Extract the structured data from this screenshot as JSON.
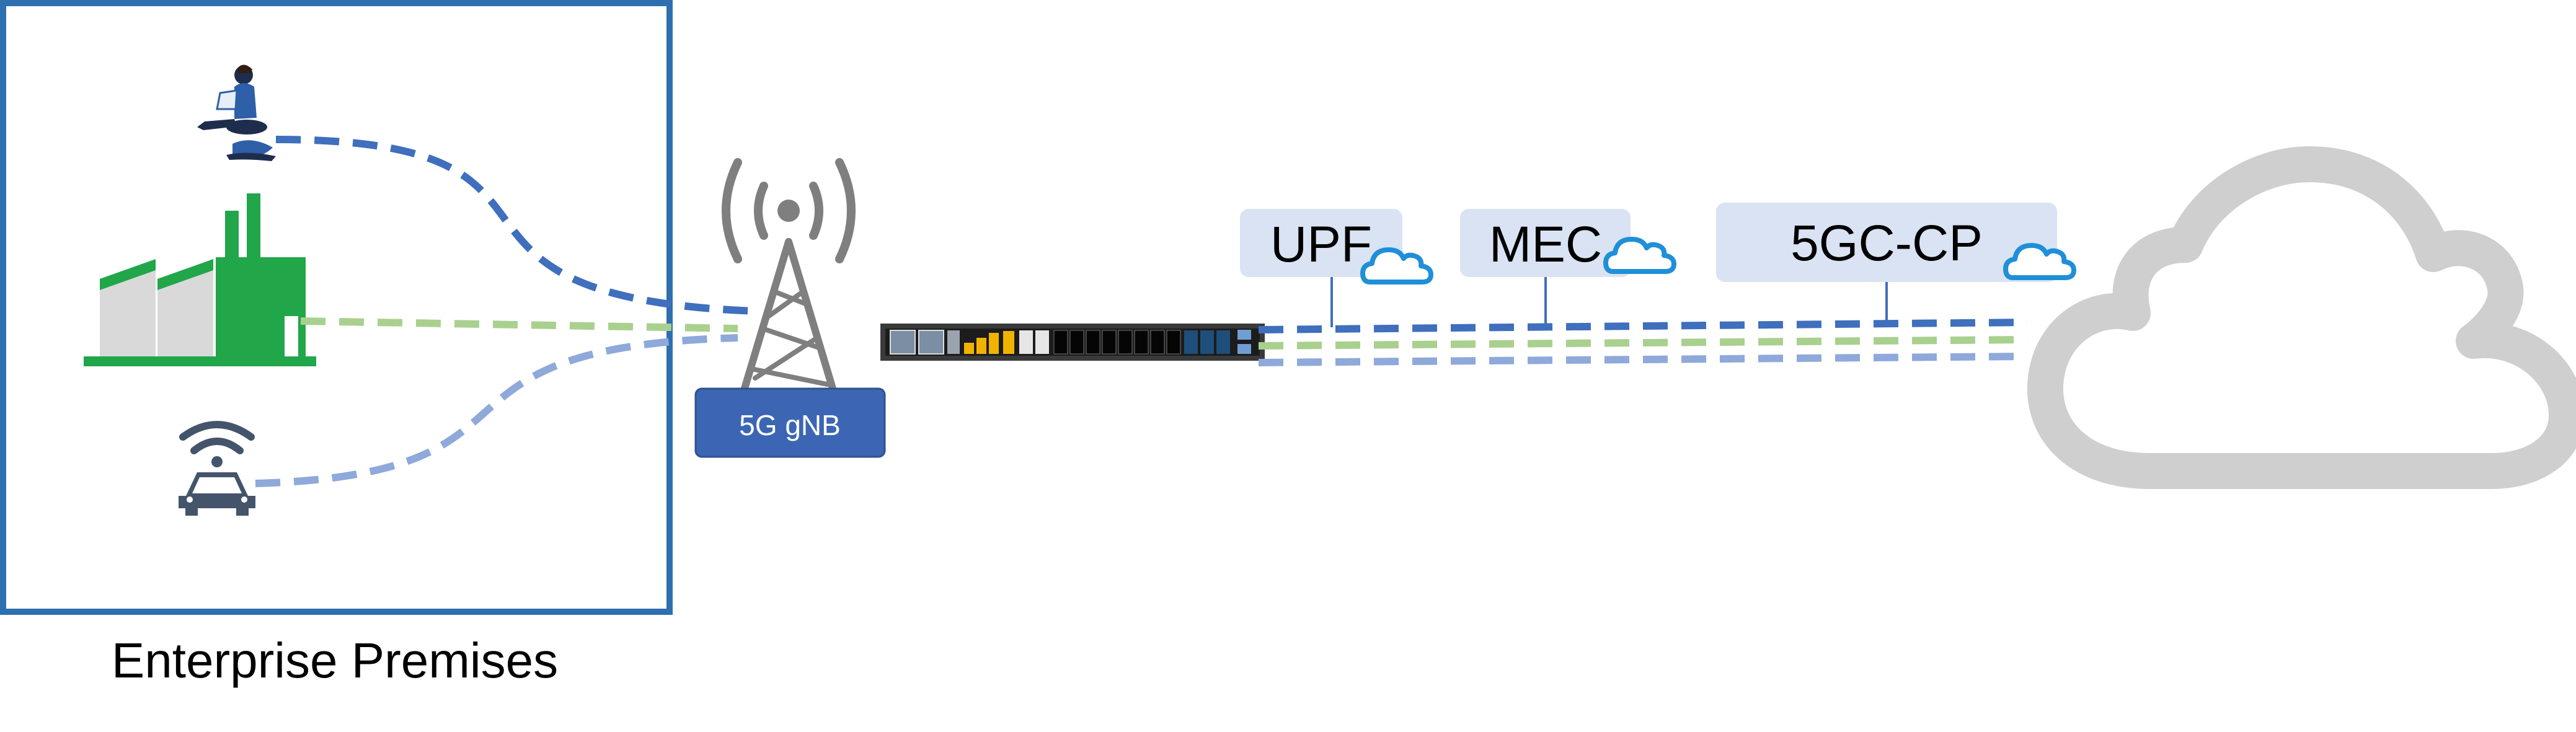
{
  "enterprise_label": "Enterprise Premises",
  "gnb_label": "5G gNB",
  "functions": {
    "upf": "UPF",
    "mec": "MEC",
    "cp": "5GC-CP"
  },
  "colors": {
    "frame": "#2e6fb0",
    "dark_blue": "#3f6fbd",
    "light_blue": "#8ea9da",
    "green": "#a9d08e",
    "factory_green": "#21a64a",
    "factory_gray": "#d9d9d9",
    "gnb_box": "#3c66b3",
    "cloud_gray": "#cfcfcf",
    "chip_bg": "#dae3f3",
    "tower_gray": "#7f7f7f",
    "car_icon": "#44546a",
    "cloud_icon": "#1f8fd9"
  }
}
